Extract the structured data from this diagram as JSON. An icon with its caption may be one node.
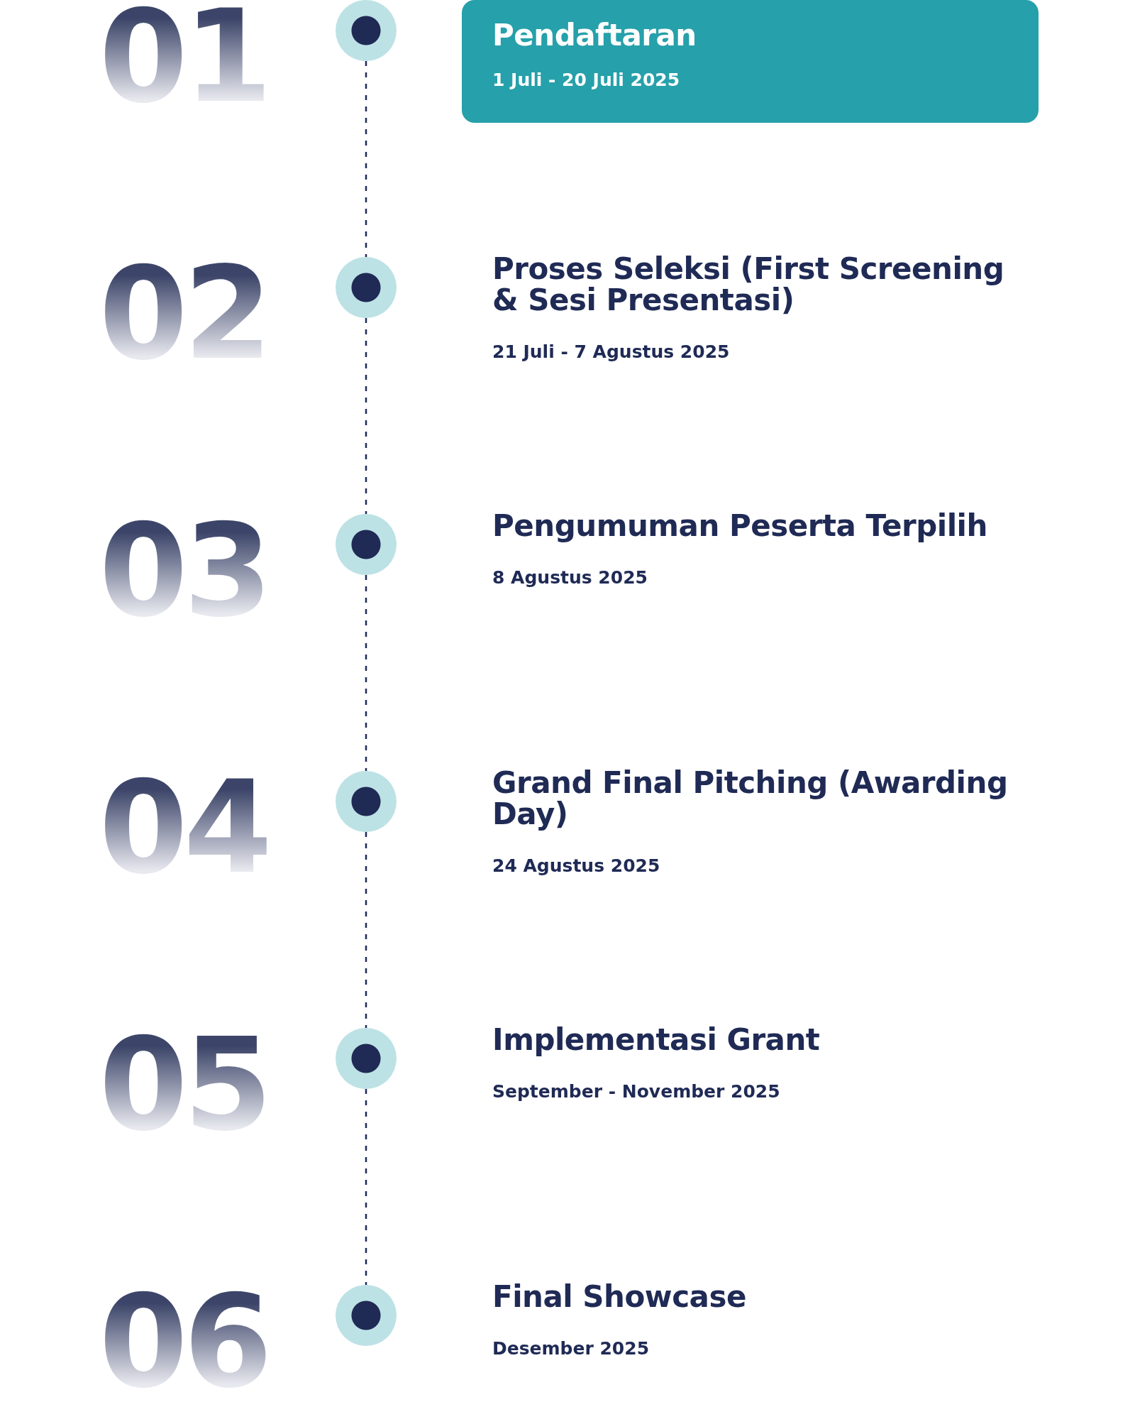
{
  "diagram": {
    "nodes": [
      {
        "text": [],
        "shape": "circle"
      },
      {
        "text": [],
        "shape": "circle"
      },
      {
        "text": [],
        "shape": "circle"
      },
      {
        "text": [],
        "shape": "circle"
      },
      {
        "text": [],
        "shape": "circle"
      },
      {
        "text": [],
        "shape": "circle"
      },
      {
        "text": [
          "Pendaftaran",
          "1 Juli - 20 Juli 2025"
        ]
      },
      {
        "text": [
          "Proses Seleksi (First Screening & Sesi Presentasi)",
          "21 Juli - 7 Agustus 2025"
        ]
      },
      {
        "text": [
          "Pengumuman Peserta Terpilih",
          "8 Agustus 2025"
        ]
      },
      {
        "text": [
          "Grand Final Pitching (Awarding Day)",
          "24 Agustus 2025"
        ]
      },
      {
        "text": [
          "Implementasi Grant",
          "September - November 2025"
        ]
      },
      {
        "text": [
          "Final Showcase",
          "Desember 2025"
        ]
      }
    ],
    "edges": [
      {
        "from": 0,
        "to": 1,
        "arrow": "none",
        "style": "dashed"
      },
      {
        "from": 1,
        "to": 2,
        "arrow": "none",
        "style": "dashed"
      },
      {
        "from": 2,
        "to": 3,
        "arrow": "none",
        "style": "dashed"
      },
      {
        "from": 3,
        "to": 4,
        "arrow": "none",
        "style": "dashed"
      },
      {
        "from": 4,
        "to": 5,
        "arrow": "none",
        "style": "dashed"
      }
    ],
    "labels": [
      "01",
      "02",
      "03",
      "04",
      "05",
      "06"
    ]
  }
}
